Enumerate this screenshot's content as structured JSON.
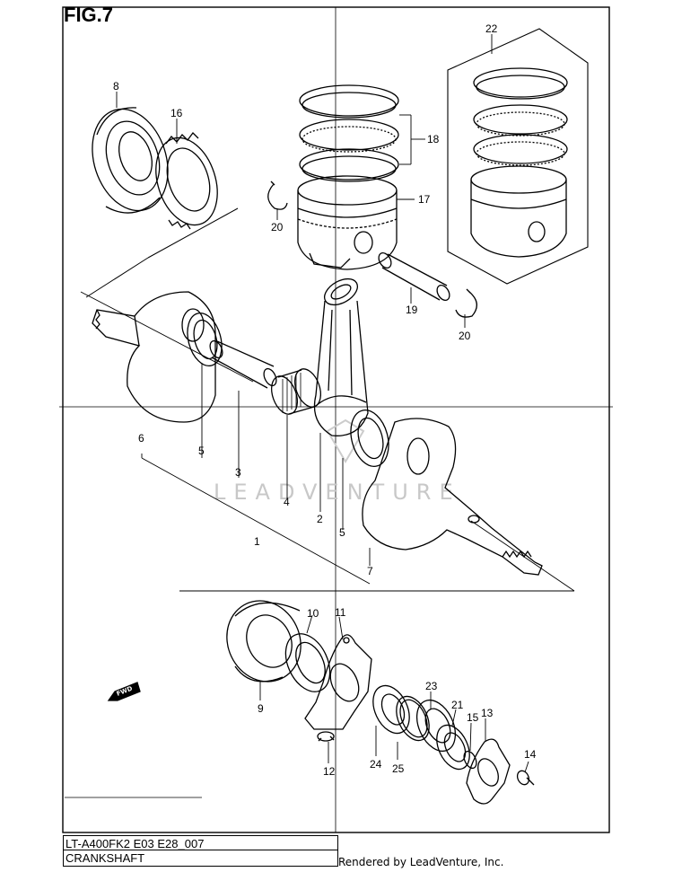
{
  "figure": {
    "title": "FIG.7"
  },
  "footer": {
    "model_code": "LT-A400FK2 E03 E28_007",
    "section_name": "CRANKSHAFT",
    "credit": "Rendered by LeadVenture, Inc."
  },
  "watermark": {
    "text": "LEADVENTURE"
  },
  "fwd_marker": {
    "text": "FWD"
  },
  "callouts": {
    "c1": "1",
    "c2": "2",
    "c3": "3",
    "c4": "4",
    "c5a": "5",
    "c5b": "5",
    "c6": "6",
    "c7": "7",
    "c8": "8",
    "c9": "9",
    "c10": "10",
    "c11": "11",
    "c12": "12",
    "c13": "13",
    "c14": "14",
    "c15": "15",
    "c16": "16",
    "c17": "17",
    "c18": "18",
    "c19": "19",
    "c20a": "20",
    "c20b": "20",
    "c21": "21",
    "c22": "22",
    "c23": "23",
    "c24": "24",
    "c25": "25"
  }
}
